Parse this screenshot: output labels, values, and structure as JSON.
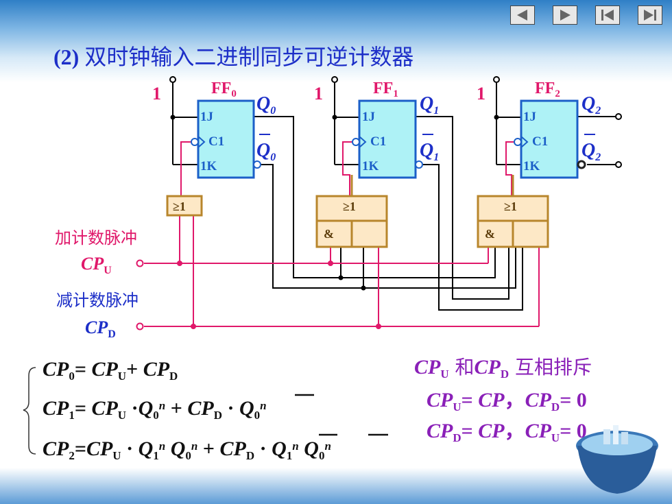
{
  "title": {
    "prefix": "(2)",
    "text": "双时钟输入二进制同步可逆计数器"
  },
  "nav": [
    {
      "name": "prev-slide-icon",
      "glyph": "◀"
    },
    {
      "name": "next-slide-icon",
      "glyph": "▶"
    },
    {
      "name": "first-slide-icon",
      "glyph": "|◀"
    },
    {
      "name": "last-slide-icon",
      "glyph": "▶|"
    }
  ],
  "circuit": {
    "one": "1",
    "ff": [
      {
        "name": "FF",
        "sub": "0",
        "q": "Q",
        "qsub": "0"
      },
      {
        "name": "FF",
        "sub": "1",
        "q": "Q",
        "qsub": "1"
      },
      {
        "name": "FF",
        "sub": "2",
        "q": "Q",
        "qsub": "2"
      }
    ],
    "pin_j": "1J",
    "pin_c": "C1",
    "pin_k": "1K",
    "or_label": "≥1",
    "and_label": "&",
    "up_label": "加计数脉冲",
    "cpu": "CP",
    "cpu_sub": "U",
    "down_label": "减计数脉冲",
    "cpd": "CP",
    "cpd_sub": "D"
  },
  "colors": {
    "title": "#1d2fc8",
    "pink": "#e0186a",
    "purple": "#8a20b8",
    "ff_fill": "#aef2f6",
    "ff_stroke": "#1b5fc8",
    "gate": "#b8862c"
  }
}
